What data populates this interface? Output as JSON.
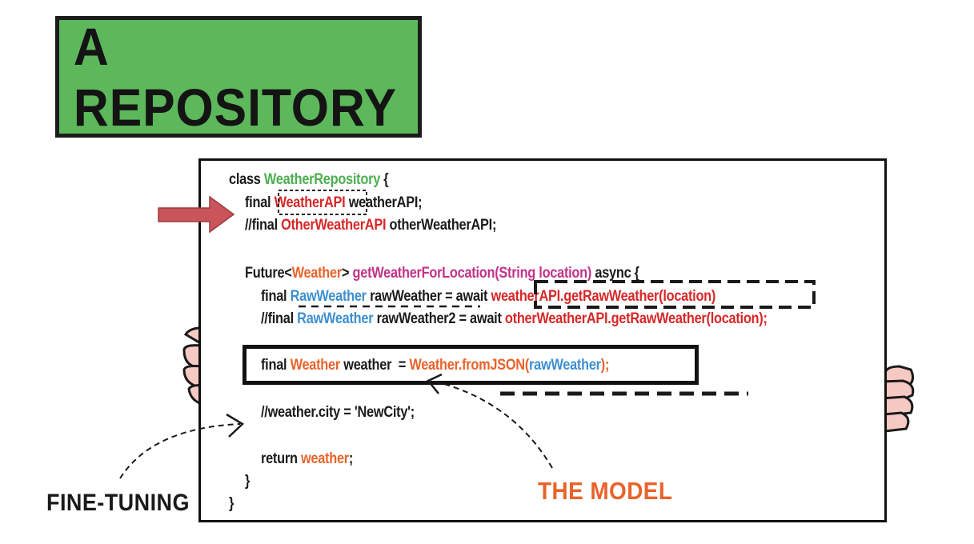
{
  "title": "A REPOSITORY",
  "code": {
    "l1": {
      "a": "class ",
      "b": "WeatherRepository",
      "c": " {"
    },
    "l2": {
      "a": "final ",
      "b": "WeatherAPI",
      "c": " weatherAPI;"
    },
    "l3": {
      "a": "//final ",
      "b": "OtherWeatherAPI",
      "c": " otherWeatherAPI;"
    },
    "l4": {
      "a": "Future<",
      "b": "Weather",
      "c": "> ",
      "d": "getWeatherForLocation(String location)",
      "e": " async {"
    },
    "l5": {
      "a": "final ",
      "b": "RawWeather",
      "c": " rawWeather = await ",
      "d": "weatherAPI.getRawWeather(location)"
    },
    "l6": {
      "a": "//final ",
      "b": "RawWeather",
      "c": " rawWeather2 = await ",
      "d": "otherWeatherAPI.getRawWeather(location);"
    },
    "l7": {
      "a": "final ",
      "b": "Weather",
      "c": " weather  = ",
      "d": "Weather.fromJSON(",
      "e": "rawWeather",
      "f": ");"
    },
    "l8": {
      "a": "//weather.city = 'NewCity';"
    },
    "l9": {
      "a": "return ",
      "b": "weather",
      "c": ";"
    },
    "l10": {
      "a": "}"
    },
    "l11": {
      "a": "}"
    }
  },
  "labels": {
    "fine_tuning": "FINE-TUNING",
    "the_model": "THE MODEL"
  },
  "colors": {
    "class_name": "#4caf50",
    "api_type": "#d62828",
    "model_type": "#e8632b",
    "raw_type": "#3d8fd0",
    "method": "#c2338a",
    "title_bg": "#5cb85a",
    "arrow": "#c9545a",
    "hand": "#f6c9c3"
  }
}
